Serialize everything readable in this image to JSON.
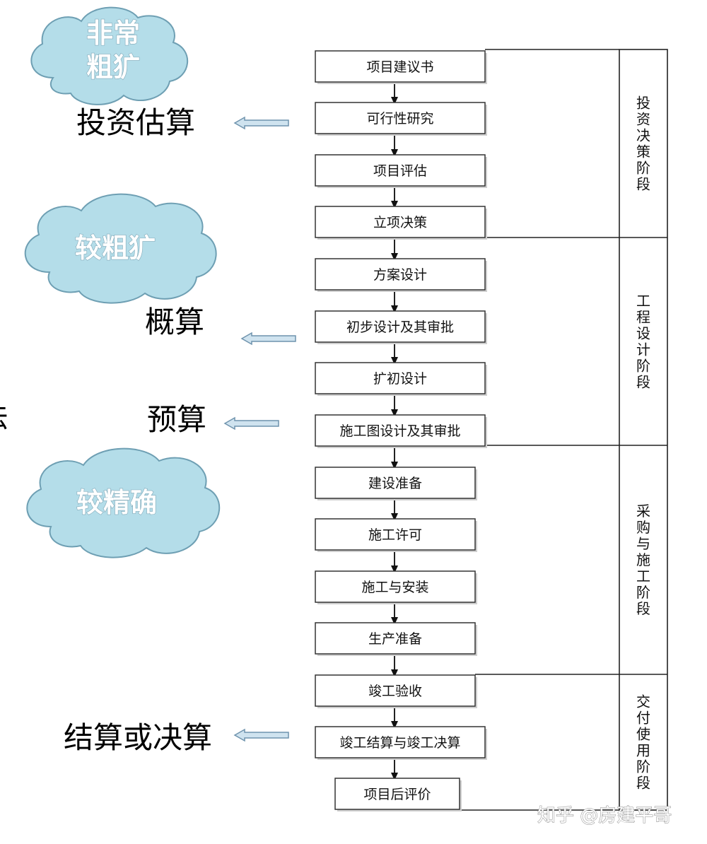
{
  "steps": [
    "项目建议书",
    "可行性研究",
    "项目评估",
    "立项决策",
    "方案设计",
    "初步设计及其审批",
    "扩初设计",
    "施工图设计及其审批",
    "建设准备",
    "施工许可",
    "施工与安装",
    "生产准备",
    "竣工验收",
    "竣工结算与竣工决算",
    "项目后评价"
  ],
  "stages": [
    "投资决策阶段",
    "工程设计阶段",
    "采购与施工阶段",
    "交付使用阶段"
  ],
  "estimates": [
    "投资估算",
    "概算",
    "预算",
    "结算或决算"
  ],
  "clouds": [
    [
      "非常",
      "粗犷"
    ],
    [
      "较粗犷"
    ],
    [
      "较精确"
    ]
  ],
  "cut_char": "法",
  "watermark": "知乎 @房建平哥",
  "colors": {
    "cloud_fill": "#b4dde9",
    "cloud_stroke": "#6e9fb3",
    "arrow_fill": "#cfe3ef",
    "arrow_stroke": "#6f93ad",
    "box_stroke": "#333333",
    "line": "#222222"
  }
}
